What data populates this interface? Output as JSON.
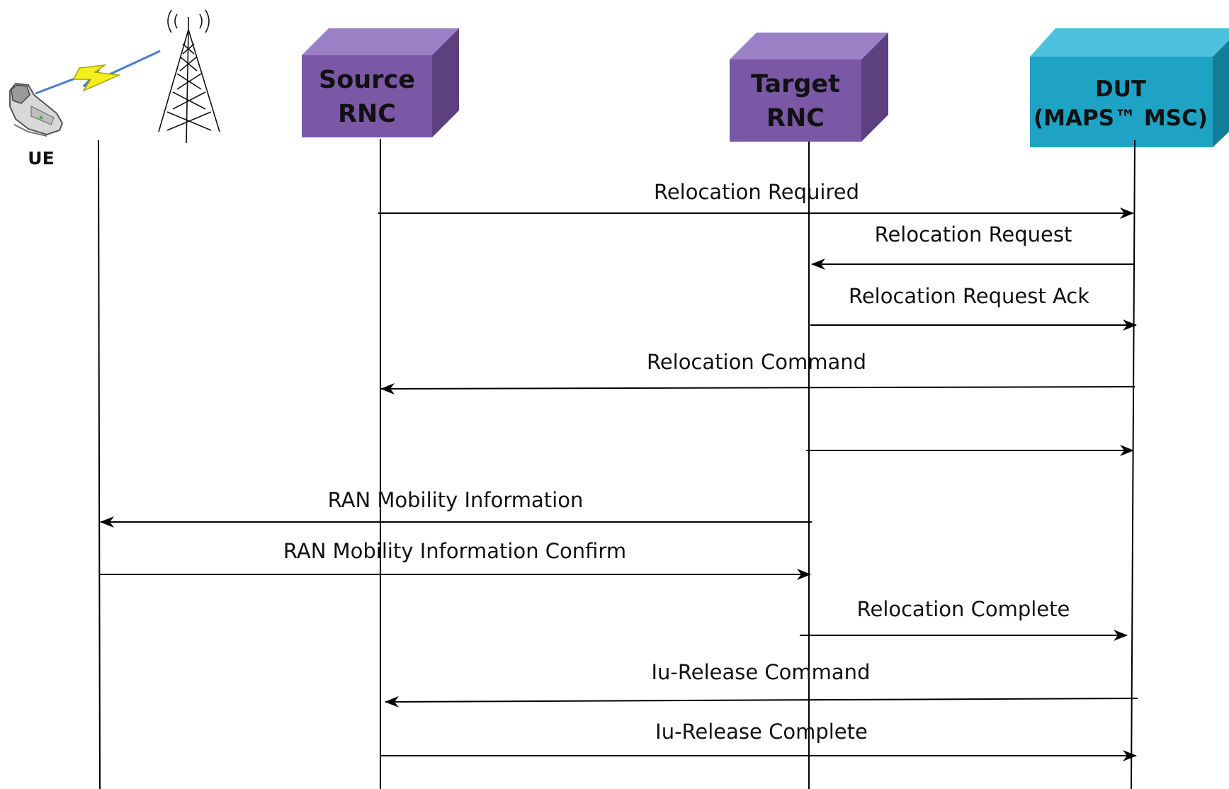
{
  "diagram": {
    "participants": {
      "ue": {
        "label": "UE"
      },
      "source_rnc": {
        "line1": "Source",
        "line2": "RNC",
        "color": "#7b58a6"
      },
      "target_rnc": {
        "line1": "Target",
        "line2": "RNC",
        "color": "#7b58a6"
      },
      "dut": {
        "line1": "DUT",
        "line2": "(MAPS™ MSC)",
        "color": "#1fa3c4"
      }
    },
    "messages": [
      {
        "label": "Relocation Required",
        "from": "source_rnc",
        "to": "dut"
      },
      {
        "label": "Relocation Request",
        "from": "dut",
        "to": "target_rnc"
      },
      {
        "label": "Relocation Request Ack",
        "from": "target_rnc",
        "to": "dut"
      },
      {
        "label": "Relocation Command",
        "from": "dut",
        "to": "source_rnc"
      },
      {
        "label": "",
        "from": "target_rnc",
        "to": "dut"
      },
      {
        "label": "RAN Mobility Information",
        "from": "target_rnc",
        "to": "ue"
      },
      {
        "label": "RAN Mobility Information Confirm",
        "from": "ue",
        "to": "target_rnc"
      },
      {
        "label": "Relocation Complete",
        "from": "target_rnc",
        "to": "dut"
      },
      {
        "label": "Iu-Release Command",
        "from": "dut",
        "to": "source_rnc"
      },
      {
        "label": "Iu-Release Complete",
        "from": "source_rnc",
        "to": "dut"
      }
    ]
  }
}
